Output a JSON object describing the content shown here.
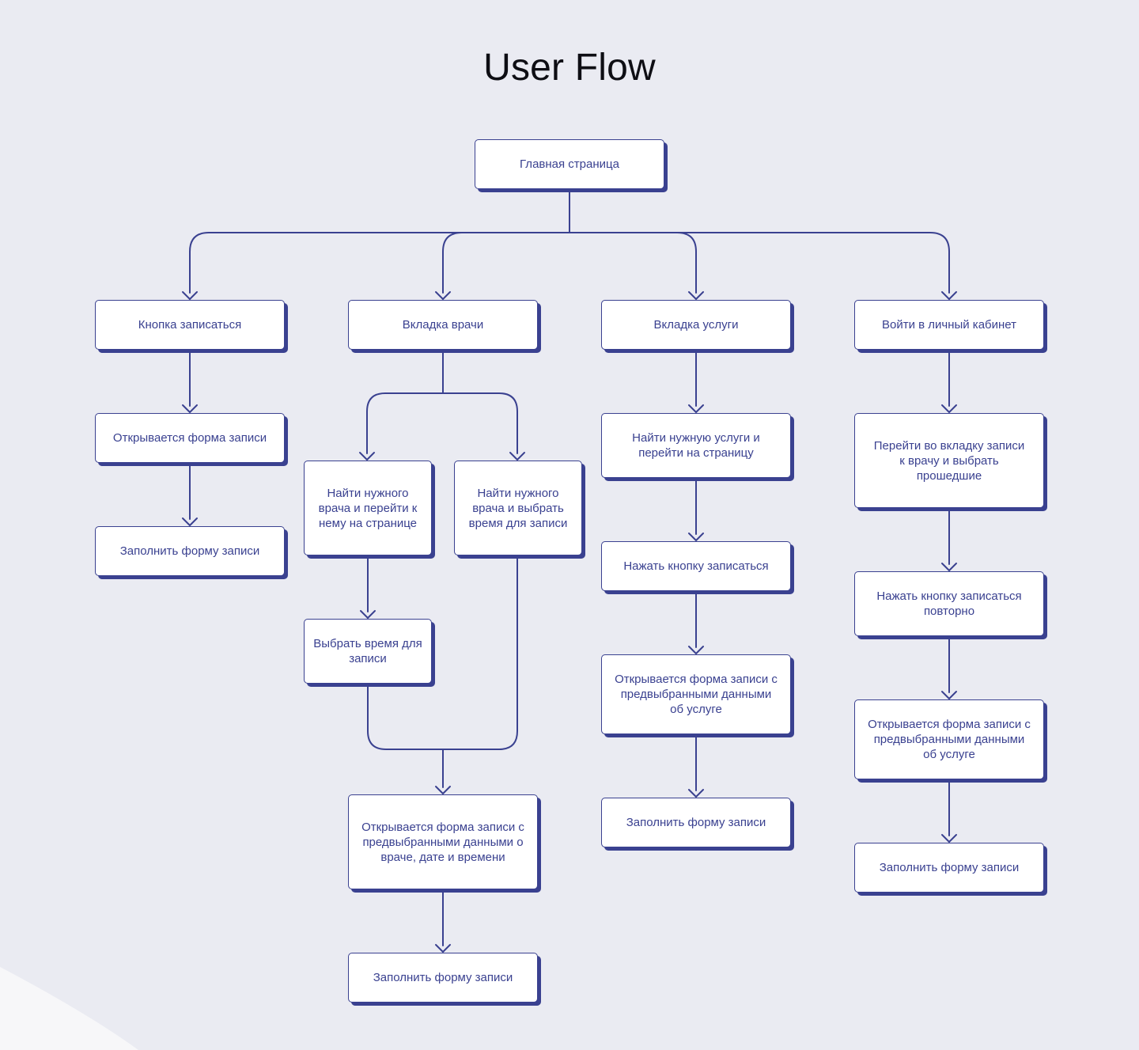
{
  "title": "User Flow",
  "nodes": {
    "home": "Главная страница",
    "btn_book": "Кнопка записаться",
    "tab_doctors": "Вкладка врачи",
    "tab_services": "Вкладка услуги",
    "login": "Войти в личный кабинет",
    "c1_form_opens": "Открывается форма записи",
    "c1_fill": "Заполнить форму записи",
    "c2_find_doctor_page": "Найти нужного врача и перейти к нему на странице",
    "c2_find_doctor_time": "Найти нужного врача и выбрать время для записи",
    "c2_choose_time": "Выбрать время для записи",
    "c2_form_opens": "Открывается форма записи с предвыбранными данными о враче, дате и времени",
    "c2_fill": "Заполнить форму записи",
    "c3_find_service": "Найти нужную услуги и перейти на страницу",
    "c3_press_book": "Нажать кнопку записаться",
    "c3_form_opens": "Открывается форма записи с предвыбранными данными об услуге",
    "c3_fill": "Заполнить форму записи",
    "c4_go_tab": "Перейти во вкладку записи к врачу и выбрать прошедшие",
    "c4_press_again": "Нажать кнопку записаться повторно",
    "c4_form_opens": "Открывается форма записи с предвыбранными данными об услуге",
    "c4_fill": "Заполнить форму записи"
  },
  "colors": {
    "background": "#eaebf2",
    "accent": "#3a4190",
    "node_fill": "#ffffff",
    "title": "#0e0e14"
  }
}
